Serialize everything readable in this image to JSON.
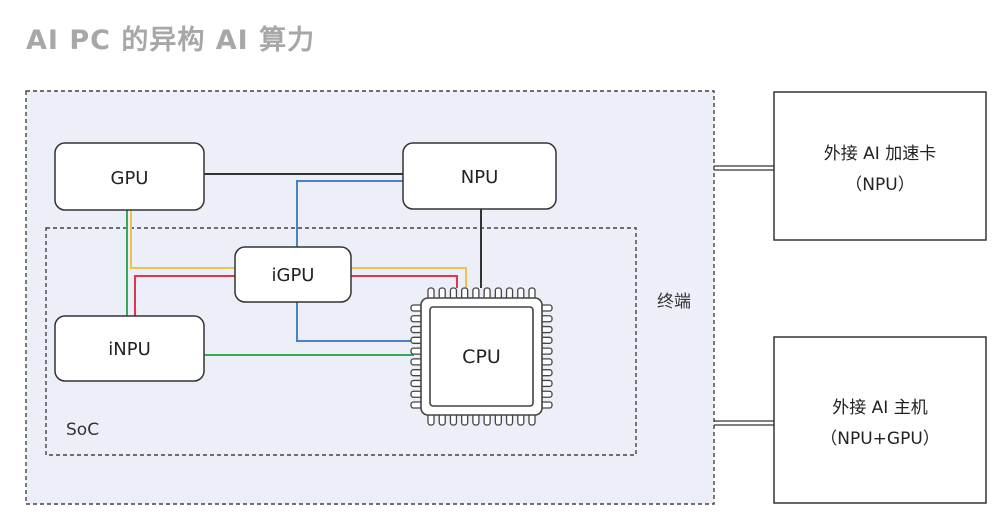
{
  "title": "AI PC 的异构 AI 算力",
  "terminal": {
    "label": "终端"
  },
  "soc": {
    "label": "SoC"
  },
  "nodes": {
    "gpu": "GPU",
    "npu": "NPU",
    "igpu": "iGPU",
    "inpu": "iNPU",
    "cpu": "CPU"
  },
  "external": {
    "accelerator": {
      "line1": "外接 AI 加速卡",
      "line2": "（NPU）"
    },
    "host": {
      "line1": "外接 AI 主机",
      "line2": "（NPU+GPU）"
    }
  },
  "colors": {
    "terminal_fill": "#eceff8",
    "yellow": "#f0c24f",
    "red": "#e0354f",
    "green": "#38a85c",
    "blue": "#4a82c9",
    "dark": "#333333"
  }
}
